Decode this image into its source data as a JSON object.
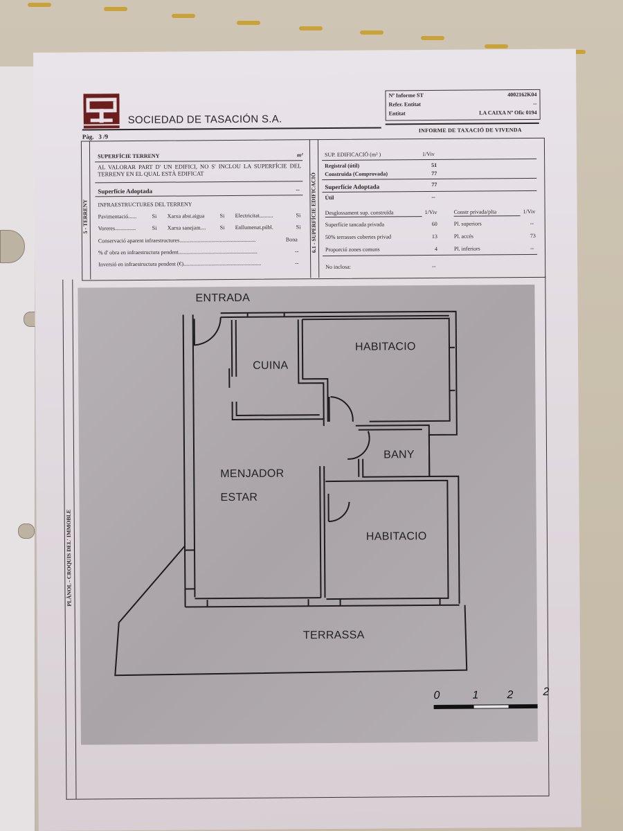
{
  "header": {
    "company_name": "SOCIEDAD DE TASACIÓN S.A.",
    "logo_icon": "st-logo-icon",
    "page_label": "Pàg.",
    "page_number": "3 /9",
    "document_title": "INFORME DE TAXACIÓ DE VIVENDA",
    "id_box": {
      "rows": [
        {
          "label": "Nº Informe ST",
          "value": "4002162K04"
        },
        {
          "label": "Refer. Entitat",
          "value": "--"
        },
        {
          "label": "Entitat",
          "value": "LA CAIXA Nº Ofic 0194"
        }
      ]
    },
    "colors": {
      "logo": "#6b1e1c",
      "text": "#2b2628"
    }
  },
  "section_terreny": {
    "side_label": "5 - TERRENY",
    "title": "SUPERFÍCIE TERRENY",
    "unit": "m²",
    "note": "AL VALORAR PART D' UN EDIFICI, NO S' INCLOU LA SUPERFÍCIE DEL TERRENY EN EL QUAL ESTÀ EDIFICAT",
    "adopted_label": "Superfície Adoptada",
    "adopted_value": "--",
    "infra_title": "INFRAESTRUCTURES DEL TERRENY",
    "infra_rows": [
      [
        {
          "label": "Pavimentació......",
          "value": "Si"
        },
        {
          "label": "Xarxa abst.aigua",
          "value": "Si"
        },
        {
          "label": "Electricitat..........",
          "value": "Si"
        }
      ],
      [
        {
          "label": "Voreres...............",
          "value": "Si"
        },
        {
          "label": "Xarxa sanejam....",
          "value": "Si"
        },
        {
          "label": "Enllumenat.públ.",
          "value": "Si"
        }
      ]
    ],
    "conservacio_label": "Conservació aparent infraestructures.......................................................",
    "conservacio_value": "Bona",
    "obra_label": "% d' obra en infraestructura pendent.........................................................",
    "obra_value": "--",
    "inversio_label": "Inversió en infraestructura pendent (€)........................................................",
    "inversio_value": "--"
  },
  "section_edificacio": {
    "side_label": "6.1 - SUPERFÍCIE EDIFICACIÓ",
    "title": "SUP. EDIFICACIÓ (m² )",
    "col_header": "1/Viv",
    "rows": [
      {
        "label": "Registral (útil)",
        "value": "51"
      },
      {
        "label": "Construïda (Comprovada)",
        "value": "77"
      }
    ],
    "adopted_label": "Superfície Adoptada",
    "adopted_value": "77",
    "util_label": "Útil",
    "util_value": "--",
    "breakdown_header": {
      "label": "Desglossament sup. construïda",
      "unit": "1/Viv",
      "label2": "Constr privada/plta",
      "unit2": "1/Viv"
    },
    "breakdown_rows": [
      {
        "label": "Superfície tancada privada",
        "value": "60",
        "label2": "Pl. superiors",
        "value2": "--"
      },
      {
        "label": "50% terrasses cobertes privad",
        "value": "13",
        "label2": "Pl. accés",
        "value2": "73"
      },
      {
        "label": "Proporció zones comuns",
        "value": "4",
        "label2": "Pl. inferiors",
        "value2": "--"
      }
    ],
    "no_inclosa_label": "No inclosa:",
    "no_inclosa_value": "--"
  },
  "section_planol": {
    "side_label": "PLÀNOL - CROQUIS DEL' IMMOBLE",
    "rooms": {
      "entrada": "ENTRADA",
      "cuina": "CUINA",
      "habitacio_1": "HABITACIO",
      "bany": "BANY",
      "menjador": "MENJADOR",
      "estar": "ESTAR",
      "habitacio_2": "HABITACIO",
      "terrassa": "TERRASSA"
    },
    "scale_labels": [
      "0",
      "1",
      "2",
      "2"
    ]
  }
}
